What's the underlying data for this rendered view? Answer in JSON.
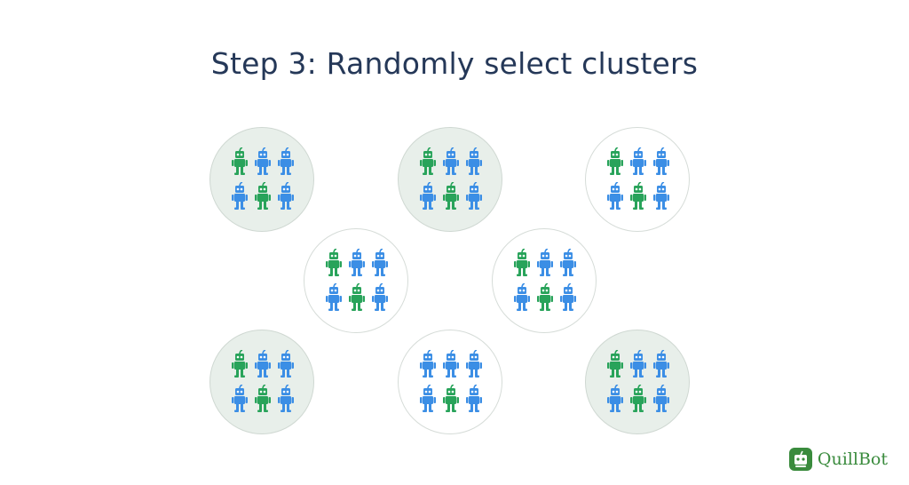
{
  "title": "Step 3: Randomly select clusters",
  "brand": {
    "name": "QuillBot"
  },
  "colors": {
    "green_robot": "#28a35a",
    "blue_robot": "#3b8ee5",
    "selected_fill": "#e8efea",
    "unselected_fill": "#ffffff",
    "title": "#253858"
  },
  "clusters": [
    {
      "selected": true,
      "robots": [
        "green",
        "blue",
        "blue",
        "blue",
        "green",
        "blue"
      ]
    },
    {
      "selected": true,
      "robots": [
        "green",
        "blue",
        "blue",
        "blue",
        "green",
        "blue"
      ]
    },
    {
      "selected": false,
      "robots": [
        "green",
        "blue",
        "blue",
        "blue",
        "green",
        "blue"
      ]
    },
    {
      "selected": false,
      "robots": [
        "green",
        "blue",
        "blue",
        "blue",
        "green",
        "blue"
      ]
    },
    {
      "selected": false,
      "robots": [
        "green",
        "blue",
        "blue",
        "blue",
        "green",
        "blue"
      ]
    },
    {
      "selected": true,
      "robots": [
        "green",
        "blue",
        "blue",
        "blue",
        "green",
        "blue"
      ]
    },
    {
      "selected": false,
      "robots": [
        "blue",
        "blue",
        "blue",
        "blue",
        "green",
        "blue"
      ]
    },
    {
      "selected": true,
      "robots": [
        "green",
        "blue",
        "blue",
        "blue",
        "green",
        "blue"
      ]
    }
  ]
}
